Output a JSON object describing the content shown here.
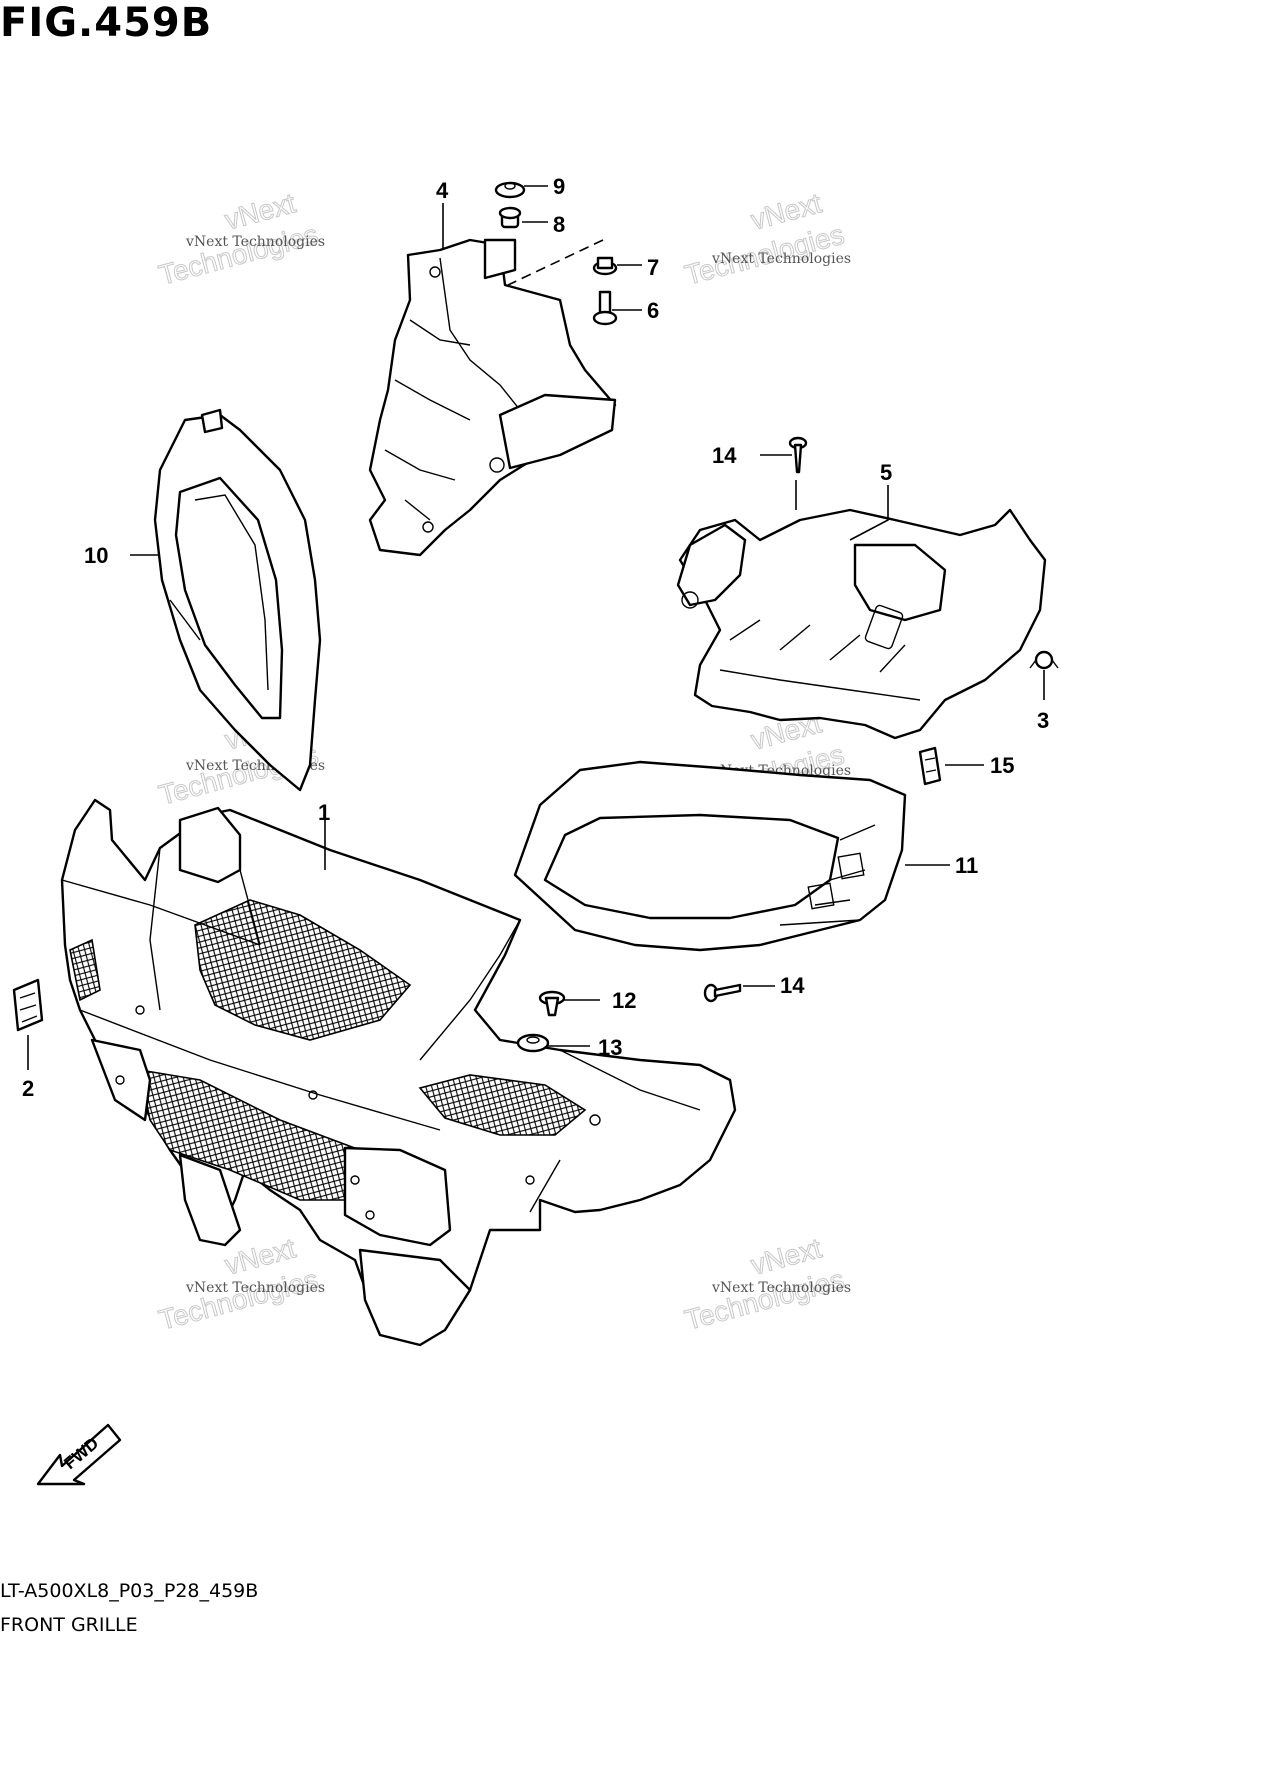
{
  "figure": {
    "title": "FIG.459B",
    "model_code": "LT-A500XL8_P03_P28_459B",
    "section_name": "FRONT GRILLE"
  },
  "watermark": {
    "small_text": "vNext Technologies",
    "large_text": "Technologies",
    "top_text": "vNext"
  },
  "direction_marker": {
    "label": "FWD"
  },
  "callouts": {
    "c1": "1",
    "c2": "2",
    "c3": "3",
    "c4": "4",
    "c5": "5",
    "c6": "6",
    "c7": "7",
    "c8": "8",
    "c9": "9",
    "c10": "10",
    "c11": "11",
    "c12": "12",
    "c13": "13",
    "c14a": "14",
    "c14b": "14",
    "c15": "15"
  }
}
